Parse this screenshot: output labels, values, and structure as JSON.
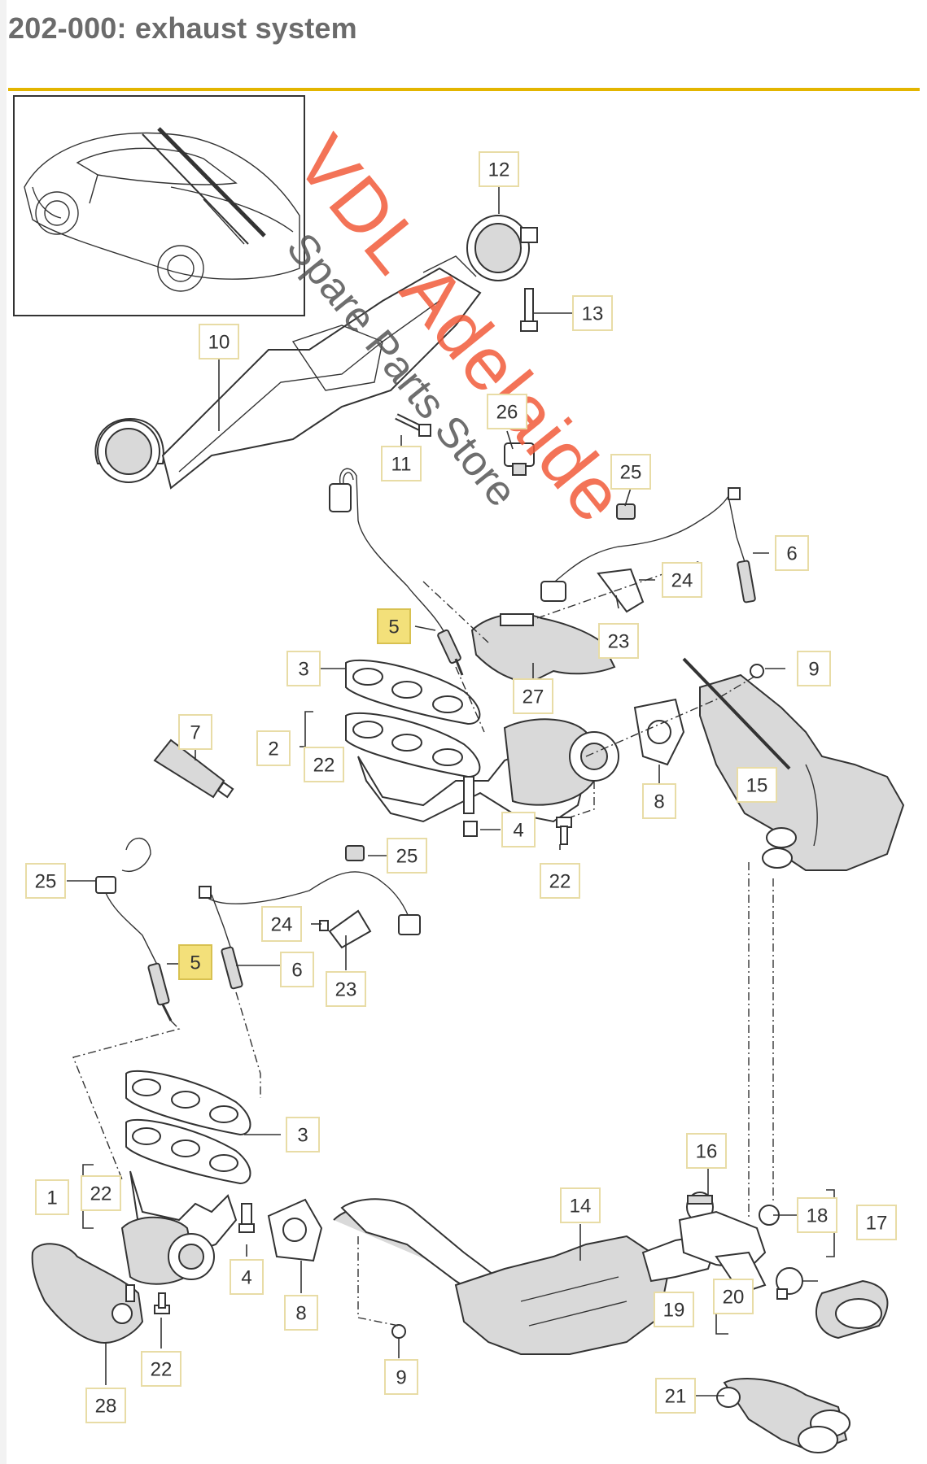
{
  "header": {
    "title": "202-000: exhaust system"
  },
  "colors": {
    "title_rule": "#e3b500",
    "callout_border": "#e8dca6",
    "callout_highlight": "#f3e07a",
    "watermark_main": "#f15b3a",
    "watermark_sub": "#555555"
  },
  "watermark": {
    "main": "VDL Adelaide",
    "sub": "Spare Parts Store"
  },
  "callouts": [
    {
      "label": "12"
    },
    {
      "label": "13"
    },
    {
      "label": "10"
    },
    {
      "label": "11"
    },
    {
      "label": "26"
    },
    {
      "label": "25"
    },
    {
      "label": "6"
    },
    {
      "label": "24"
    },
    {
      "label": "23"
    },
    {
      "label": "5",
      "highlight": true
    },
    {
      "label": "3"
    },
    {
      "label": "27"
    },
    {
      "label": "9"
    },
    {
      "label": "7"
    },
    {
      "label": "2"
    },
    {
      "label": "22"
    },
    {
      "label": "8"
    },
    {
      "label": "15"
    },
    {
      "label": "4"
    },
    {
      "label": "22"
    },
    {
      "label": "25"
    },
    {
      "label": "25"
    },
    {
      "label": "24"
    },
    {
      "label": "5",
      "highlight": true
    },
    {
      "label": "6"
    },
    {
      "label": "23"
    },
    {
      "label": "3"
    },
    {
      "label": "16"
    },
    {
      "label": "14"
    },
    {
      "label": "1"
    },
    {
      "label": "22"
    },
    {
      "label": "18"
    },
    {
      "label": "17"
    },
    {
      "label": "4"
    },
    {
      "label": "8"
    },
    {
      "label": "20"
    },
    {
      "label": "19"
    },
    {
      "label": "22"
    },
    {
      "label": "9"
    },
    {
      "label": "28"
    },
    {
      "label": "21"
    }
  ]
}
